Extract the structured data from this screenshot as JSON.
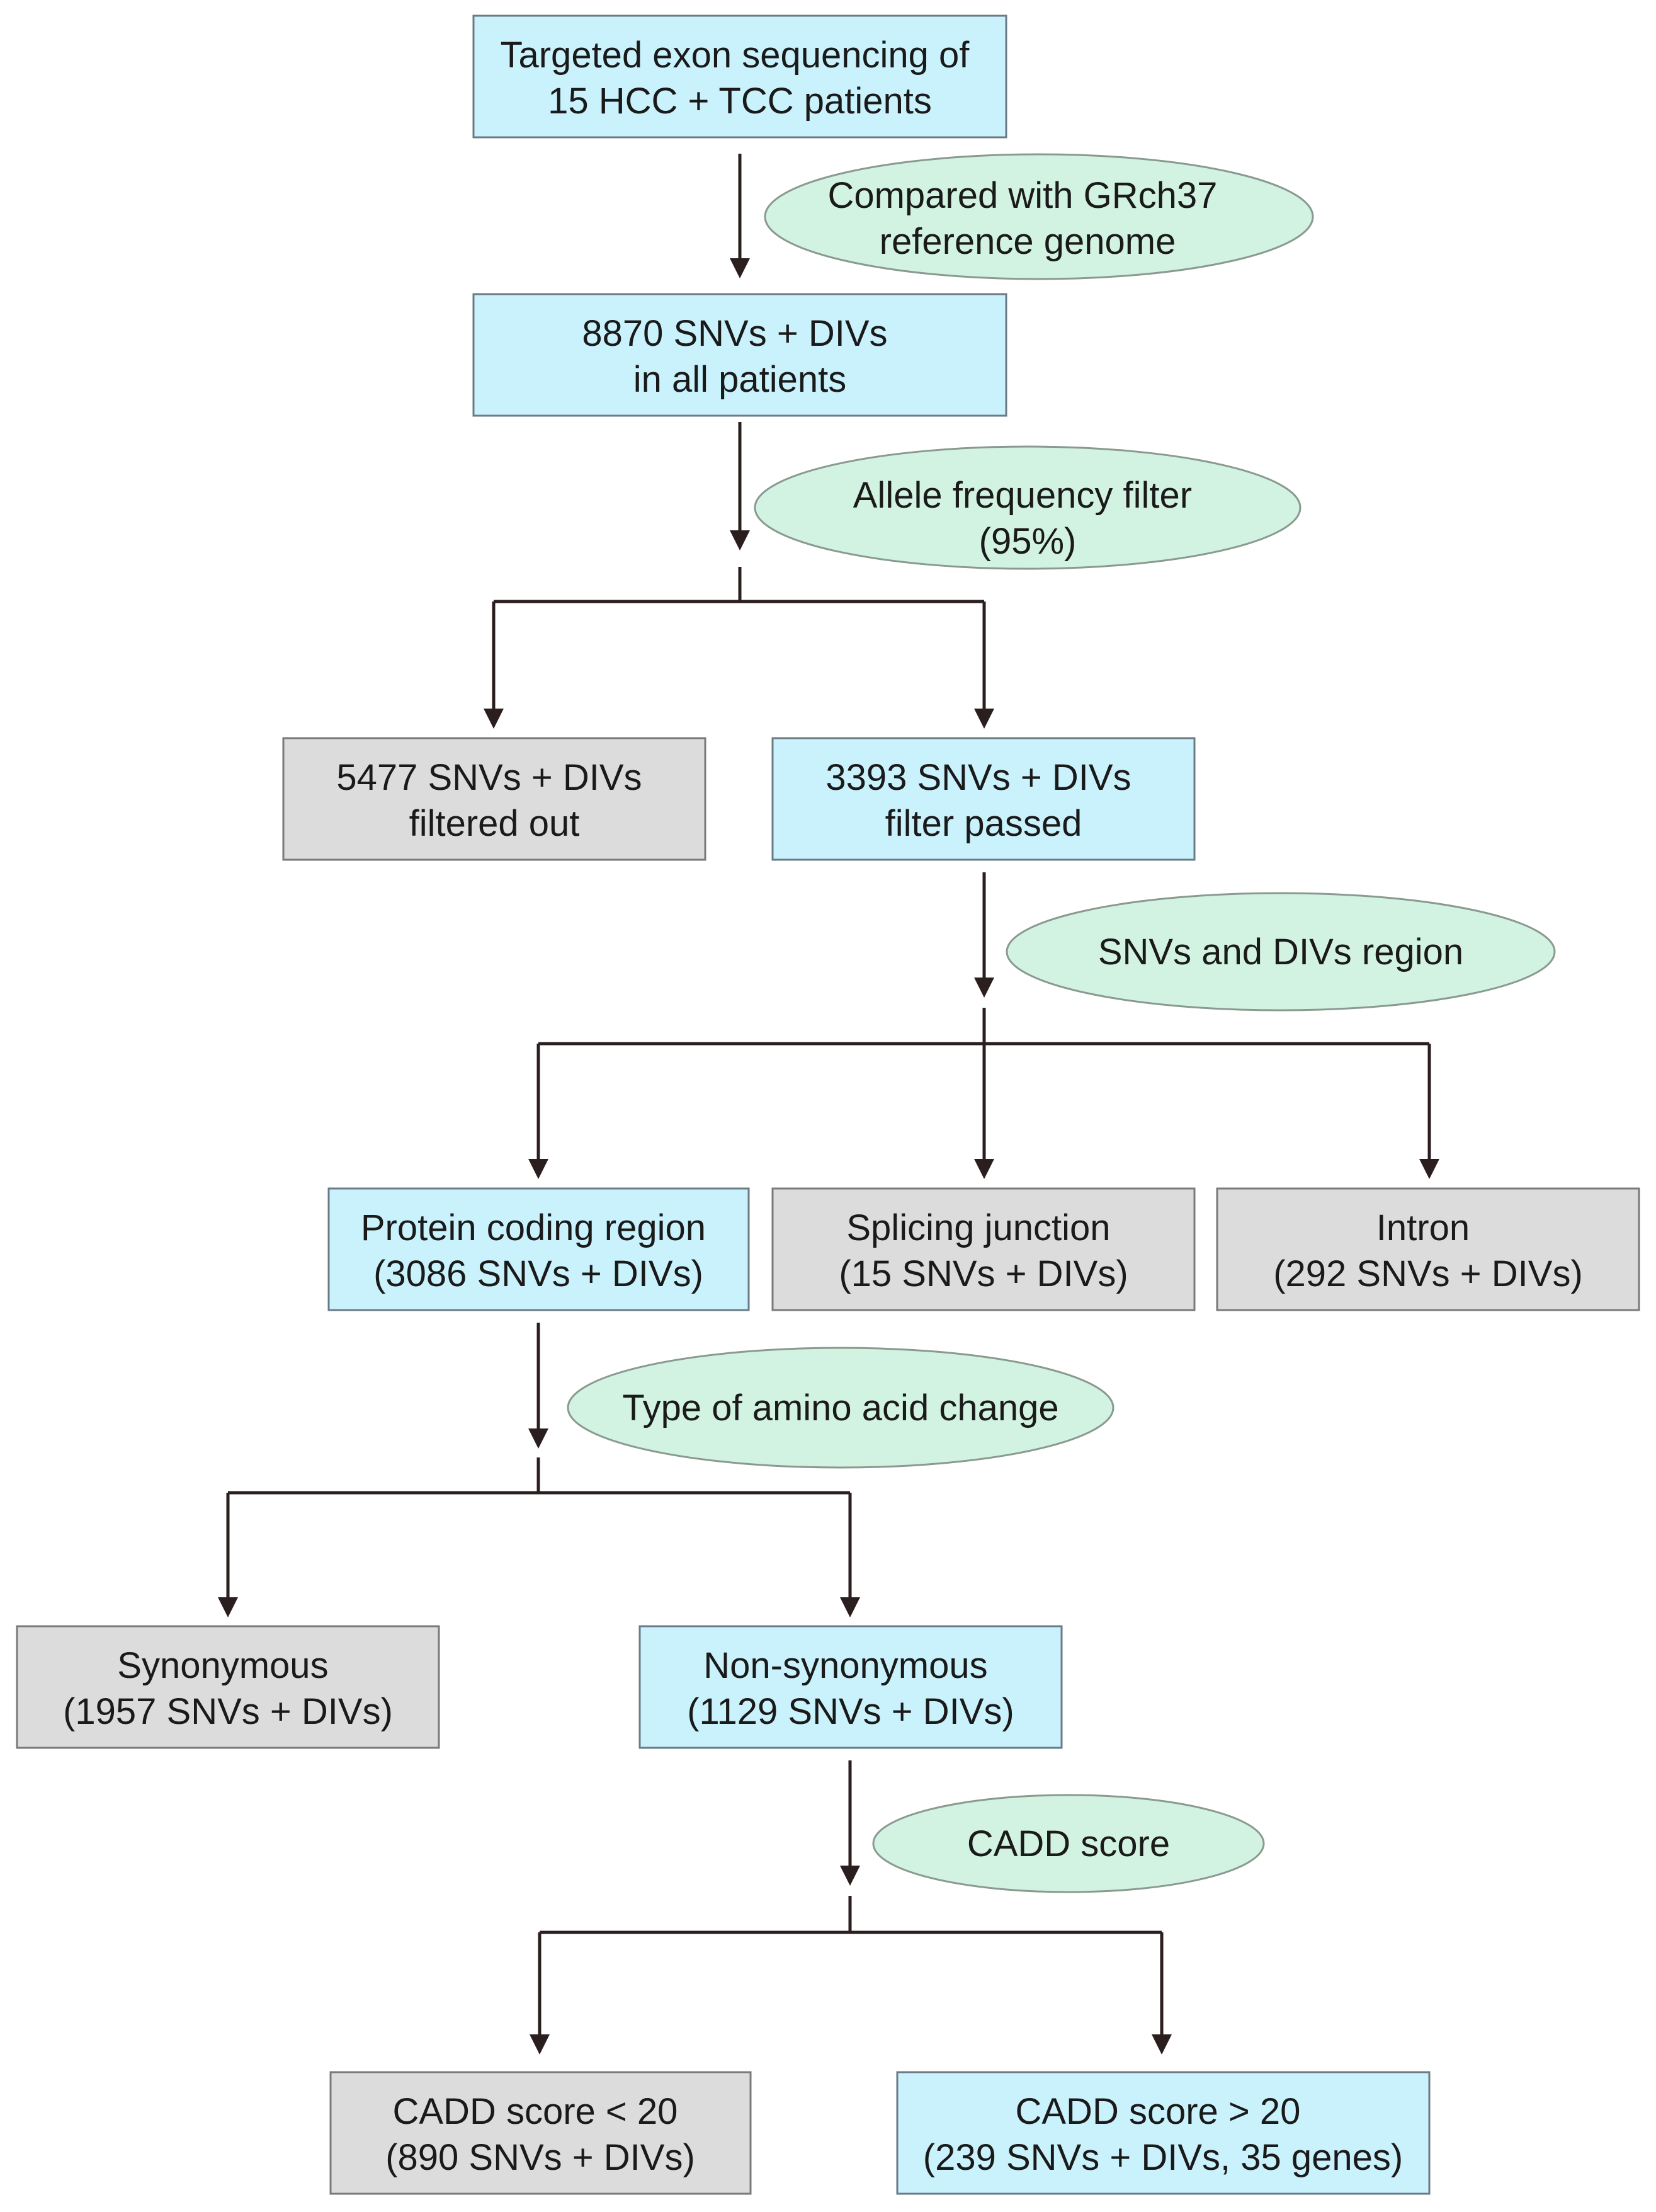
{
  "nodes": {
    "start": [
      "Targeted exon sequencing of",
      "15 HCC + TCC patients"
    ],
    "all_variants": [
      "8870 SNVs + DIVs",
      "in all patients"
    ],
    "filtered_out": [
      "5477 SNVs + DIVs",
      "filtered out"
    ],
    "filter_passed": [
      "3393 SNVs + DIVs",
      "filter passed"
    ],
    "protein_coding": [
      "Protein coding region",
      "(3086 SNVs + DIVs)"
    ],
    "splicing": [
      "Splicing junction",
      "(15 SNVs + DIVs)"
    ],
    "intron": [
      "Intron",
      "(292 SNVs + DIVs)"
    ],
    "synonymous": [
      "Synonymous",
      "(1957 SNVs + DIVs)"
    ],
    "non_synonymous": [
      "Non-synonymous",
      "(1129 SNVs + DIVs)"
    ],
    "cadd_low": [
      "CADD score < 20",
      "(890 SNVs + DIVs)"
    ],
    "cadd_high": [
      "CADD score > 20",
      "(239 SNVs + DIVs, 35 genes)"
    ]
  },
  "steps": {
    "reference": [
      "Compared with GRch37",
      "reference genome"
    ],
    "allele_filter": [
      "Allele frequency filter",
      "(95%)"
    ],
    "region": [
      "SNVs and DIVs region"
    ],
    "amino_acid": [
      "Type of amino acid change"
    ],
    "cadd": [
      "CADD score"
    ]
  },
  "colors": {
    "blue_box": "#c9f2fc",
    "gray_box": "#dcdcdc",
    "oval": "#d3f3e2",
    "arrow": "#2b1e1e"
  }
}
